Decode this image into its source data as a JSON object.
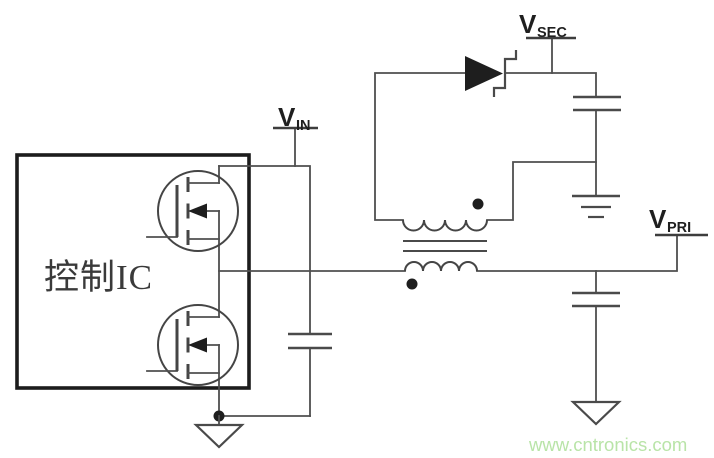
{
  "diagram": {
    "kind": "power-converter-circuit-schematic",
    "control_ic": {
      "label": "控制IC"
    },
    "terminals": {
      "vin": {
        "main": "V",
        "sub": "IN"
      },
      "vsec": {
        "main": "V",
        "sub": "SEC"
      },
      "vpri": {
        "main": "V",
        "sub": "PRI"
      }
    },
    "components": [
      {
        "name": "control-ic",
        "symbol": "rectangle-box",
        "label": "控制IC"
      },
      {
        "name": "high-side-mosfet",
        "symbol": "n-channel-mosfet-with-body-diode"
      },
      {
        "name": "low-side-mosfet",
        "symbol": "n-channel-mosfet-with-body-diode"
      },
      {
        "name": "input-capacitor",
        "symbol": "capacitor"
      },
      {
        "name": "transformer",
        "symbol": "transformer-two-windings-with-core",
        "primary_dot": "bottom-left",
        "secondary_dot": "top-right"
      },
      {
        "name": "rectifier-diode",
        "symbol": "schottky-diode"
      },
      {
        "name": "secondary-capacitor",
        "symbol": "capacitor"
      },
      {
        "name": "output-capacitor",
        "symbol": "capacitor"
      },
      {
        "name": "primary-ground",
        "symbol": "triangle-ground"
      },
      {
        "name": "secondary-ground",
        "symbol": "earth-ground"
      },
      {
        "name": "output-ground",
        "symbol": "triangle-ground"
      }
    ]
  },
  "watermark": {
    "text": "www.cntronics.com",
    "color": "#b9e4a8"
  },
  "colors": {
    "background": "#ffffff",
    "wire": "#4f4f4f",
    "ic_box": "#1c1c1c",
    "label_text": "#1f1f1f",
    "ic_label_text": "#3a3a3a"
  }
}
